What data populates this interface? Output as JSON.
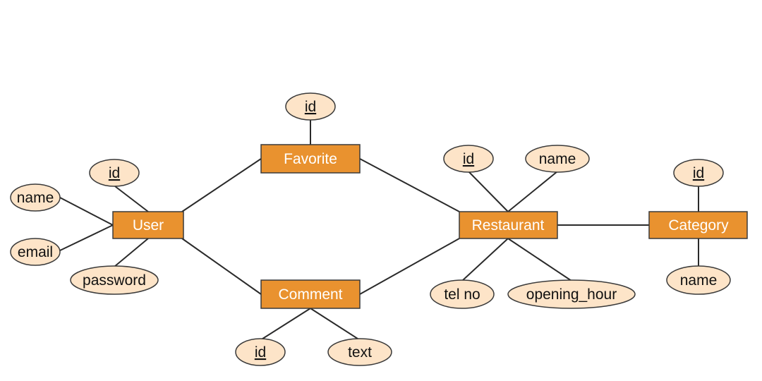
{
  "diagram": {
    "entities": {
      "user": "User",
      "favorite": "Favorite",
      "comment": "Comment",
      "restaurant": "Restaurant",
      "category": "Category"
    },
    "attributes": {
      "user_id": "id",
      "user_name": "name",
      "user_email": "email",
      "user_password": "password",
      "favorite_id": "id",
      "comment_id": "id",
      "comment_text": "text",
      "restaurant_id": "id",
      "restaurant_name": "name",
      "restaurant_tel": "tel no",
      "restaurant_opening": "opening_hour",
      "category_id": "id",
      "category_name": "name"
    },
    "colors": {
      "entity_fill": "#e9922f",
      "attribute_fill": "#fde4c8",
      "line": "#2a2a2a"
    }
  }
}
